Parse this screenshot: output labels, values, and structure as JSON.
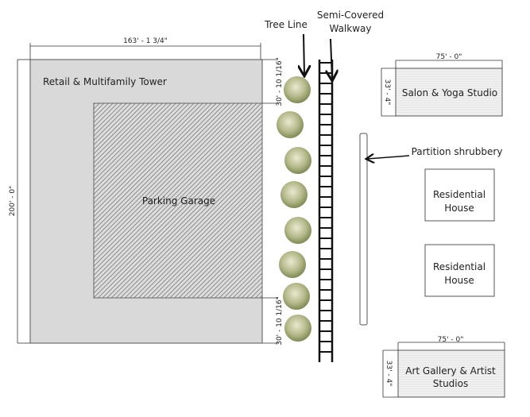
{
  "buildings": {
    "tower": "Retail & Multifamily Tower",
    "garage": "Parking Garage",
    "salon": "Salon & Yoga Studio",
    "house1": "Residential House",
    "house2": "Residential House",
    "gallery_line1": "Art Gallery & Artist",
    "gallery_line2": "Studios"
  },
  "annotations": {
    "tree_line": "Tree Line",
    "walkway_line1": "Semi-Covered",
    "walkway_line2": "Walkway",
    "partition": "Partition shrubbery"
  },
  "dimensions": {
    "tower_width": "163' - 1 3/4\"",
    "tower_height": "200' - 0\"",
    "setback_top": "30' - 10 1/16\"",
    "setback_bottom": "30' - 10 1/16\"",
    "salon_width": "75' - 0\"",
    "salon_depth": "33' - 4\"",
    "gallery_width": "75' - 0\"",
    "gallery_depth": "33' - 4\""
  },
  "colors": {
    "building": "#d9d9d9",
    "tree": "#b5b98a",
    "line": "#333333"
  }
}
